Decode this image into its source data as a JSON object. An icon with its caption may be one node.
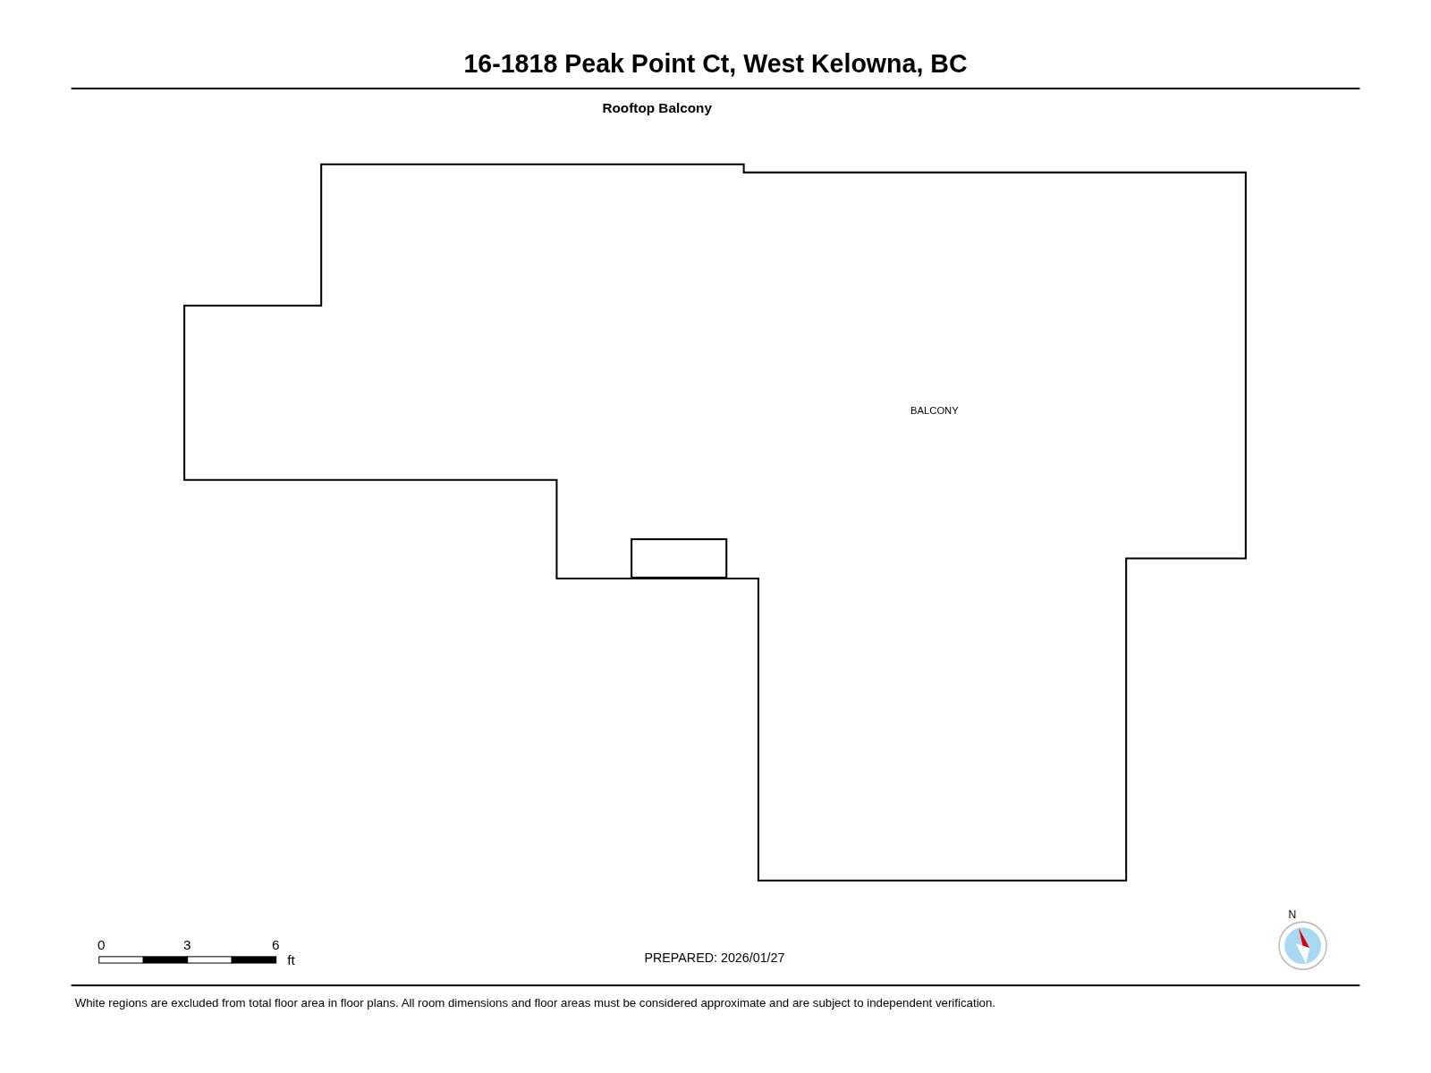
{
  "diagram": {
    "title": "16-1818 Peak Point Ct, West Kelowna, BC",
    "nodes": [
      {
        "text": [
          "BALCONY"
        ]
      },
      {
        "text": [],
        "shape": "box",
        "in": 0
      }
    ],
    "edges": [],
    "labels": [
      "Rooftop Balcony",
      "0",
      "3",
      "6",
      "ft",
      "N",
      "PREPARED: 2026/01/27",
      "White regions are excluded from total floor area in floor plans. All room dimensions and floor areas must be considered approximate and are subject to independent verification."
    ]
  }
}
